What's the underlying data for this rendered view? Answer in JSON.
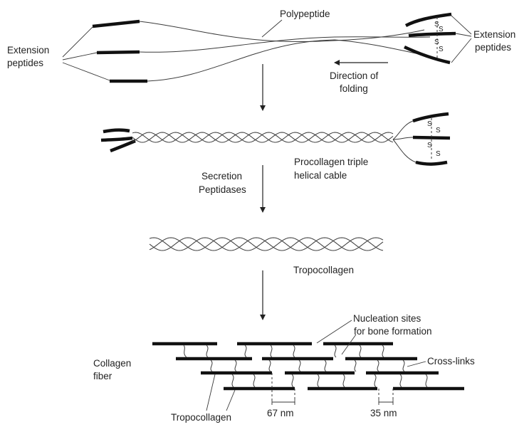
{
  "labels": {
    "polypeptide": "Polypeptide",
    "extension_left_1": "Extension",
    "extension_left_2": "peptides",
    "extension_right_1": "Extension",
    "extension_right_2": "peptides",
    "direction_1": "Direction of",
    "direction_2": "folding",
    "procollagen_1": "Procollagen triple",
    "procollagen_2": "helical cable",
    "secretion": "Secretion",
    "peptidases": "Peptidases",
    "tropocollagen_mid": "Tropocollagen",
    "nucleation_1": "Nucleation sites",
    "nucleation_2": "for bone formation",
    "crosslinks": "Cross-links",
    "collagen_1": "Collagen",
    "collagen_2": "fiber",
    "tropocollagen_bottom": "Tropocollagen",
    "gap_67": "67 nm",
    "gap_35": "35 nm",
    "disulfide": "S"
  }
}
